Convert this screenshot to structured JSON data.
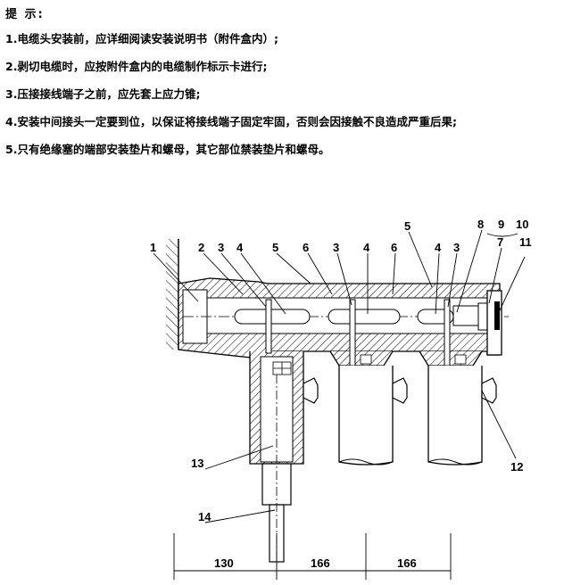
{
  "notes": {
    "title": "提  示:",
    "items": [
      "1.电缆头安装前，应详细阅读安装说明书（附件盒内）;",
      "2.剥切电缆时，应按附件盒内的电缆制作标示卡进行;",
      "3.压接接线端子之前，应先套上应力锥;",
      "4.安装中间接头一定要到位，以保证将接线端子固定牢固，否则会因接触不良造成严重后果;",
      "5.只有绝缘塞的端部安装垫片和螺母，其它部位禁装垫片和螺母。"
    ]
  },
  "diagram": {
    "callouts_top": [
      "1",
      "2",
      "3",
      "4",
      "5",
      "6",
      "3",
      "4",
      "6",
      "5",
      "4",
      "3",
      "8",
      "9",
      "10",
      "7",
      "11"
    ],
    "callout_12": "12",
    "callout_13": "13",
    "callout_14": "14",
    "dimensions": [
      "130",
      "166",
      "166"
    ]
  }
}
